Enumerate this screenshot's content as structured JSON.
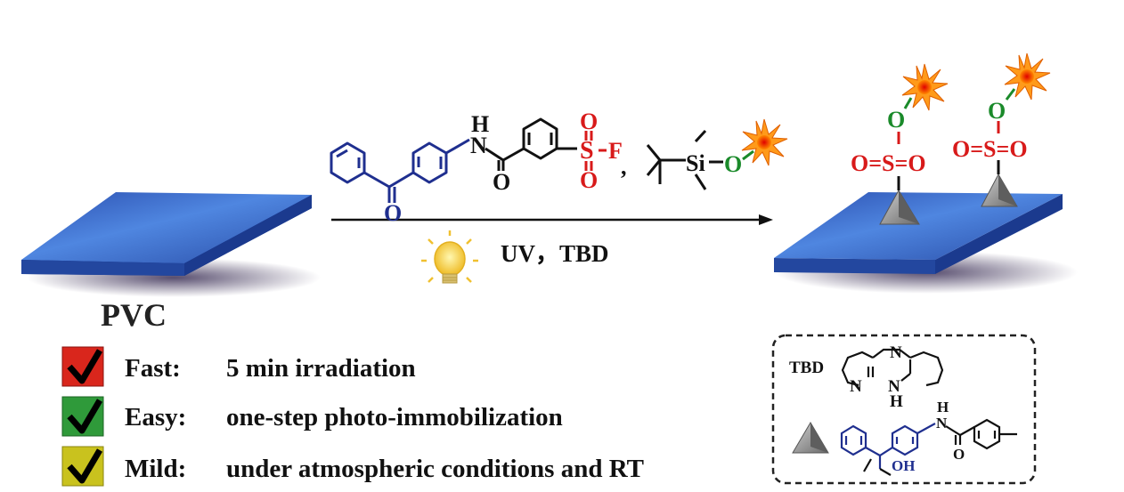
{
  "substrate": {
    "label": "PVC"
  },
  "reaction": {
    "conditions": "UV，TBD",
    "separator": ",",
    "reagent_labels": {
      "nh_h": "H",
      "nh_n": "N",
      "amide_o": "O",
      "ketone_o": "O",
      "s": "S",
      "so2_o_top": "O",
      "so2_o_bottom": "O",
      "f": "F",
      "si": "Si",
      "silyl_o": "O"
    }
  },
  "product": {
    "groups": [
      {
        "o": "O",
        "sulfonyl": "O=S=O"
      },
      {
        "o": "O",
        "sulfonyl": "O=S=O"
      }
    ]
  },
  "features": [
    {
      "keyword": "Fast:",
      "description": "5 min irradiation",
      "color": "#d9261c"
    },
    {
      "keyword": "Easy:",
      "description": "one-step photo-immobilization",
      "color": "#2f9a3a"
    },
    {
      "keyword": "Mild:",
      "description": "under atmospheric conditions and RT",
      "color": "#c9c21e"
    }
  ],
  "legend": {
    "tbd_label": "TBD",
    "tbd_atoms": {
      "n_top": "N",
      "n_left": "N",
      "n_h": "N",
      "h": "H"
    },
    "linker_atoms": {
      "n": "N",
      "h": "H",
      "o": "O",
      "oh": "OH"
    }
  },
  "colors": {
    "benzophenone": "#1f2f8f",
    "sulfonyl": "#d81a1a",
    "siloxy": "#1a8a2a",
    "plate_top": "#3f6fd0",
    "plate_side": "#1d3f9a"
  }
}
